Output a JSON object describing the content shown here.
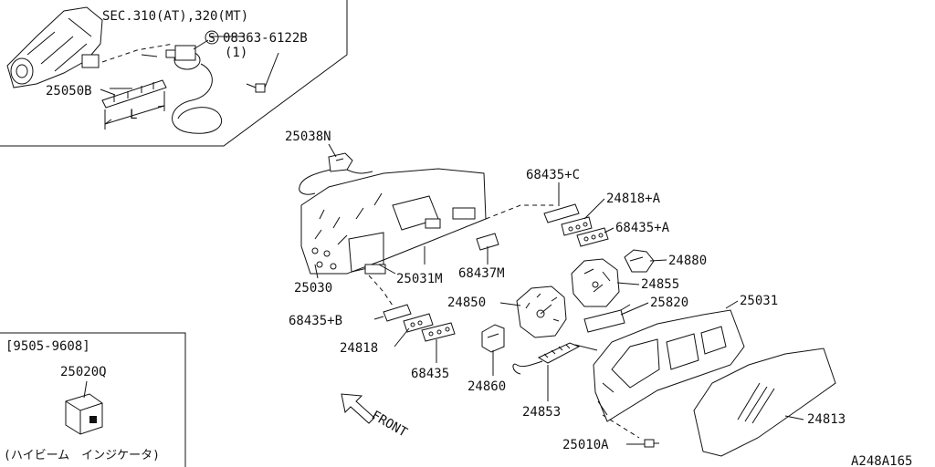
{
  "labels": {
    "sec_ref": "SEC.310(AT),320(MT)",
    "screw_code": "08363-6122B",
    "screw_s": "S",
    "screw_qty": "(1)",
    "p25050b": "25050B",
    "dim_l": "L",
    "p25038n": "25038N",
    "p25030": "25030",
    "p25031m": "25031M",
    "p68437m": "68437M",
    "p68435c": "68435+C",
    "p24818a": "24818+A",
    "p68435a": "68435+A",
    "p24880": "24880",
    "p24855": "24855",
    "p24850": "24850",
    "p25820": "25820",
    "p25031": "25031",
    "p68435b": "68435+B",
    "p24818": "24818",
    "p68435": "68435",
    "p24860": "24860",
    "p24853": "24853",
    "p25010a": "25010A",
    "p24813": "24813",
    "date_range": "[9505-9608]",
    "p25020q": "25020Q",
    "jp_caption": "(ハイビーム　インジケータ)",
    "front": "FRONT",
    "diagram_code": "A248A165"
  }
}
